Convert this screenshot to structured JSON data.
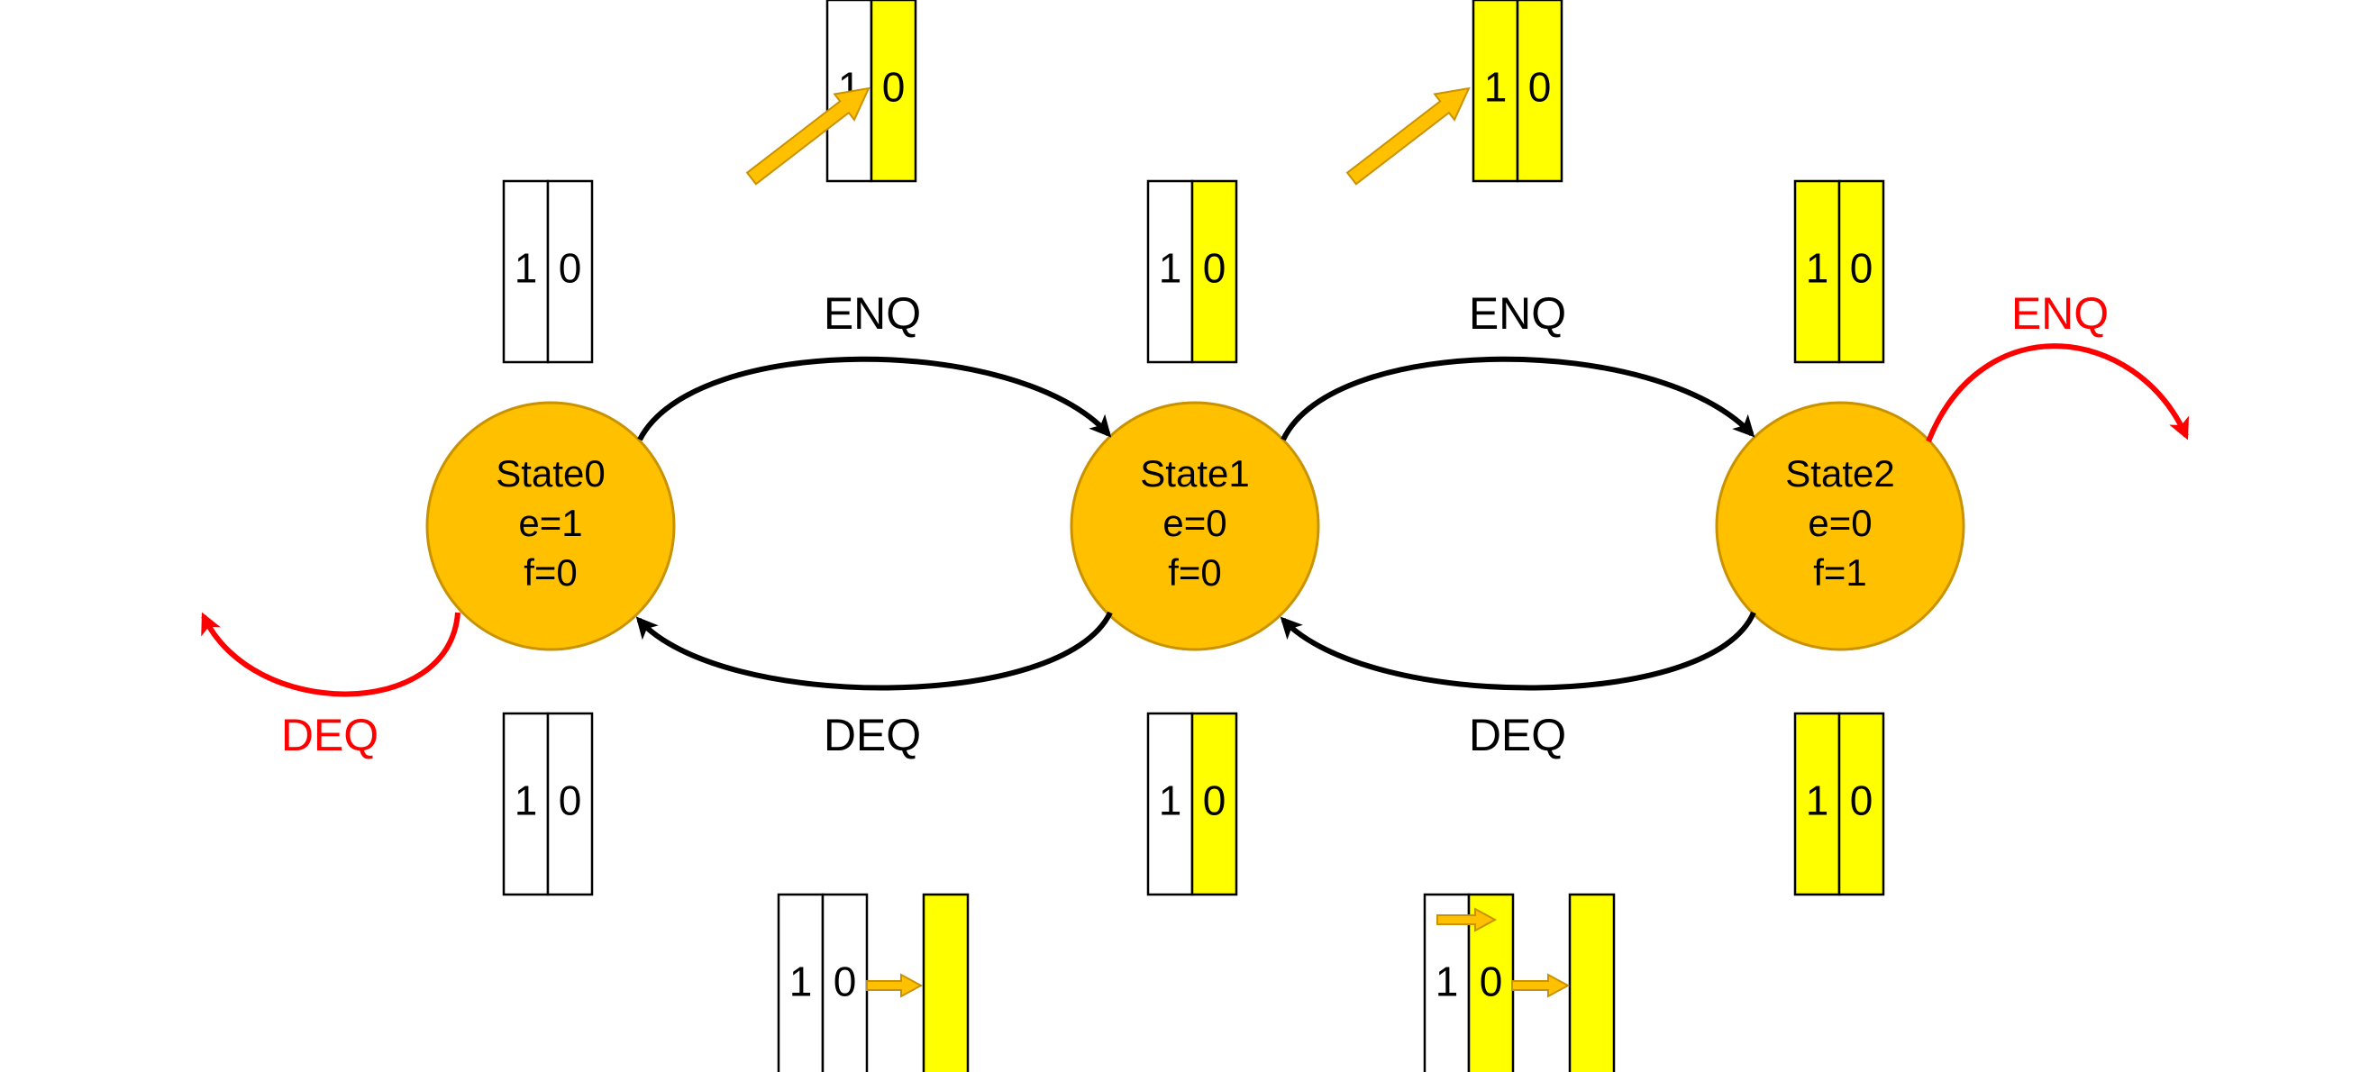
{
  "colors": {
    "state_fill": "#ffc000",
    "state_stroke": "#c89200",
    "cell_filled": "#ffff00",
    "cell_empty": "#ffffff",
    "arrow_black": "#000000",
    "arrow_red": "#ff0000",
    "move_arrow_fill": "#ffc000",
    "move_arrow_stroke": "#c89200"
  },
  "states": [
    {
      "id": "state0",
      "name": "State0",
      "e": "e=1",
      "f": "f=0"
    },
    {
      "id": "state1",
      "name": "State1",
      "e": "e=0",
      "f": "f=0"
    },
    {
      "id": "state2",
      "name": "State2",
      "e": "e=0",
      "f": "f=1"
    }
  ],
  "edges": [
    {
      "id": "enq-0-1",
      "label": "ENQ",
      "color": "#000000"
    },
    {
      "id": "enq-1-2",
      "label": "ENQ",
      "color": "#000000"
    },
    {
      "id": "enq-2-self",
      "label": "ENQ",
      "color": "#ff0000"
    },
    {
      "id": "deq-1-0",
      "label": "DEQ",
      "color": "#000000"
    },
    {
      "id": "deq-2-1",
      "label": "DEQ",
      "color": "#000000"
    },
    {
      "id": "deq-0-self",
      "label": "DEQ",
      "color": "#ff0000"
    }
  ],
  "buffers": [
    {
      "id": "buffer-state0-top",
      "cells": [
        {
          "text": "1",
          "filled": false
        },
        {
          "text": "0",
          "filled": false
        }
      ]
    },
    {
      "id": "buffer-state1-top",
      "cells": [
        {
          "text": "1",
          "filled": false
        },
        {
          "text": "0",
          "filled": true
        }
      ]
    },
    {
      "id": "buffer-state2-top",
      "cells": [
        {
          "text": "1",
          "filled": true
        },
        {
          "text": "0",
          "filled": true
        }
      ]
    },
    {
      "id": "buffer-state0-bottom",
      "cells": [
        {
          "text": "1",
          "filled": false
        },
        {
          "text": "0",
          "filled": false
        }
      ]
    },
    {
      "id": "buffer-state1-bottom",
      "cells": [
        {
          "text": "1",
          "filled": false
        },
        {
          "text": "0",
          "filled": true
        }
      ]
    },
    {
      "id": "buffer-state2-bottom",
      "cells": [
        {
          "text": "1",
          "filled": true
        },
        {
          "text": "0",
          "filled": true
        }
      ]
    },
    {
      "id": "buffer-enq-0-1",
      "cells": [
        {
          "text": "1",
          "filled": false
        },
        {
          "text": "0",
          "filled": true
        }
      ]
    },
    {
      "id": "buffer-enq-1-2",
      "cells": [
        {
          "text": "1",
          "filled": true
        },
        {
          "text": "0",
          "filled": true
        }
      ]
    },
    {
      "id": "buffer-deq-1-0",
      "cells": [
        {
          "text": "1",
          "filled": false
        },
        {
          "text": "0",
          "filled": false
        }
      ]
    },
    {
      "id": "buffer-deq-2-1",
      "cells": [
        {
          "text": "1",
          "filled": false
        },
        {
          "text": "0",
          "filled": true
        }
      ]
    }
  ],
  "output_cells": [
    {
      "id": "output-cell-deq-1-0",
      "filled": true
    },
    {
      "id": "output-cell-deq-2-1",
      "filled": true
    }
  ]
}
